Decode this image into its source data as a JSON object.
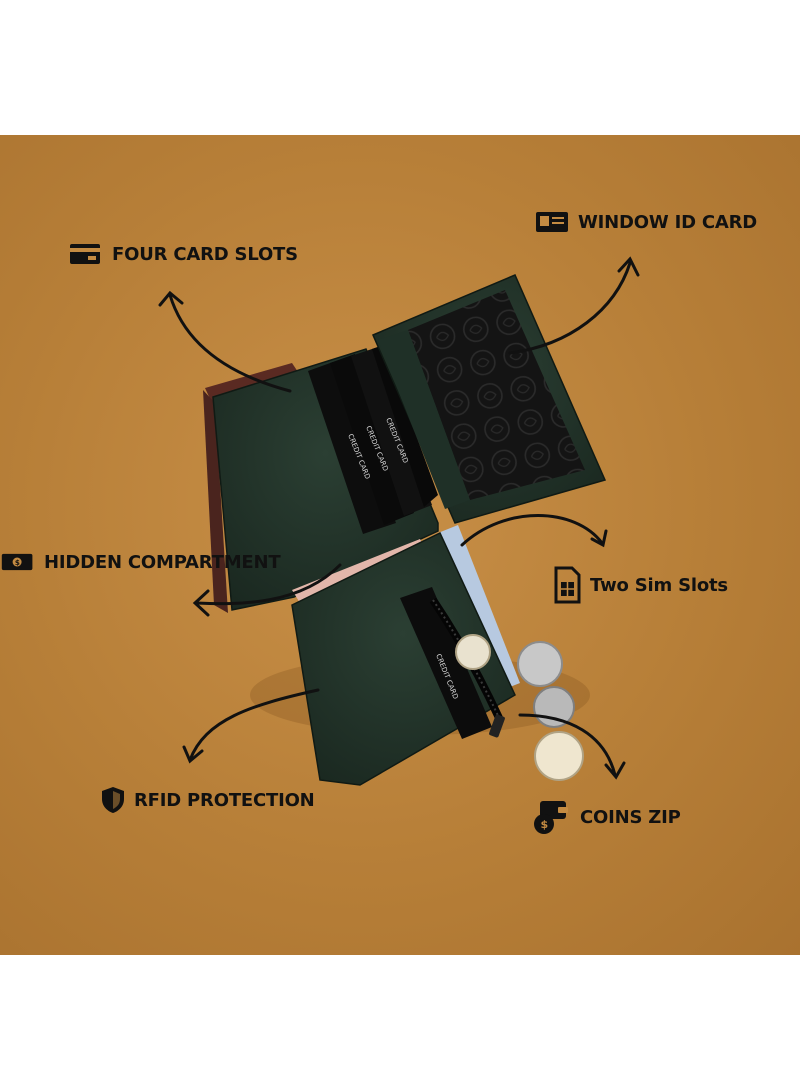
{
  "photo": {
    "background_color": "#b98139",
    "wallet_color": "#22332a",
    "features": [
      {
        "id": "card_slots",
        "label": "FOUR CARD SLOTS",
        "icon": "credit-card-icon"
      },
      {
        "id": "window_id",
        "label": "WINDOW ID CARD",
        "icon": "id-card-icon"
      },
      {
        "id": "hidden",
        "label": "HIDDEN COMPARTMENT",
        "icon": "banknote-icon"
      },
      {
        "id": "sim",
        "label": "Two Sim Slots",
        "icon": "sim-card-icon"
      },
      {
        "id": "rfid",
        "label": "RFID PROTECTION",
        "icon": "shield-icon"
      },
      {
        "id": "coins",
        "label": "COINS ZIP",
        "icon": "coin-wallet-icon"
      }
    ],
    "card_text": "CREDIT CARD"
  }
}
